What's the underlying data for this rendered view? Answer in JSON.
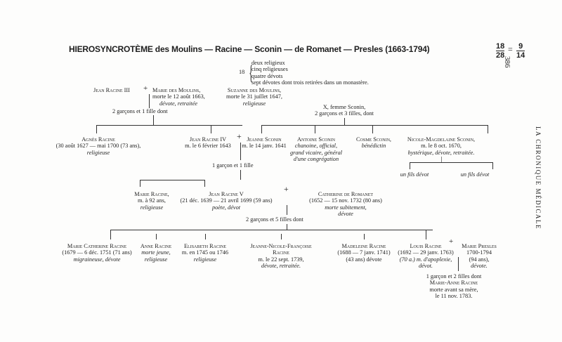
{
  "title": "HIEROSYNCROTÈME des Moulins — Racine — Sconin — de Romanet — Presles (1663-1794)",
  "fraction": {
    "left_num": "18",
    "left_den": "28",
    "eq": "=",
    "right_num": "9",
    "right_den": "14"
  },
  "page_number": "386",
  "running_head": "LA CHRONIQUE MÉDICALE",
  "summary": {
    "count": "18",
    "lines": [
      "deux religieux",
      "cinq religieuses",
      "quatre dévots",
      "sept dévotes dont trois retirées dans un monastère."
    ]
  },
  "gen1": {
    "jean3": "Jean Racine III",
    "plus": "+",
    "marie_name": "Marie des Moulins,",
    "marie_l1": "morte le 12 août 1663,",
    "marie_l2": "dévote, retraitée",
    "suzanne_name": "Suzanne des Moulins,",
    "suzanne_l1": "morte le 31 juillet 1647,",
    "suzanne_l2": "religieuse",
    "children": "2 garçons et 1 fille dont",
    "sconin_l1": "X, femme Sconin,",
    "sconin_l2": "2 garçons et 3 filles, dont"
  },
  "gen2": {
    "agnes_name": "Agnès Racine",
    "agnes_l1": "(30 août 1627 — mai 1700 (73 ans),",
    "agnes_l2": "religieuse",
    "jean4_name": "Jean Racine IV",
    "jean4_l1": "m. le 6 février 1643",
    "plus": "+",
    "jeanne_name": "Jeanne Sconin",
    "jeanne_l1": "m. le 14 janv. 1641",
    "antoine_name": "Antoine Sconin",
    "antoine_l1": "chanoine, official,",
    "antoine_l2": "grand vicaire, général",
    "antoine_l3": "d'une congrégation",
    "cosme_name": "Cosme Sconin,",
    "cosme_l1": "bénédictin",
    "nicole_name": "Nicole-Magdelaine Sconin,",
    "nicole_l1": "m. le 8 oct. 1670,",
    "nicole_l2": "hystérique, dévote, retraitée.",
    "fils1": "un fils dévot",
    "fils2": "un fils dévot",
    "children": "1 garçon et 1 fille"
  },
  "gen3": {
    "marie_name": "Marie Racine,",
    "marie_l1": "m. à 92 ans,",
    "marie_l2": "religieuse",
    "jean5_name": "Jean Racine V",
    "jean5_l1": "(21 déc. 1639 — 21 avril 1699 (59 ans)",
    "jean5_l2": "poète, dévot",
    "plus": "+",
    "catherine_name": "Catherine de Romanet",
    "catherine_l1": "(1652 — 15 nov. 1732 (80 ans)",
    "catherine_l2": "morte subitement,",
    "catherine_l3": "dévote",
    "children": "2 garçons et 5 filles dont"
  },
  "gen4": {
    "mc_name": "Marie Catherine Racine",
    "mc_l1": "(1679 — 6 déc. 1751 (71 ans)",
    "mc_l2": "migraineuse, dévote",
    "anne_name": "Anne Racine",
    "anne_l1": "morte jeune,",
    "anne_l2": "religieuse",
    "elis_name": "Elisabeth Racine",
    "elis_l1": "m. en 1745 ou 1746",
    "elis_l2": "religieuse",
    "jnf_name": "Jeanne-Nicole-Françoise Racine",
    "jnf_l1": "m. le 22 sept. 1739,",
    "jnf_l2": "dévote, retraitée.",
    "mad_name": "Madeleine Racine",
    "mad_l1": "(1688 — 7 janv. 1741)",
    "mad_l2": "(43 ans) dévote",
    "louis_name": "Louis Racine",
    "louis_l1": "(1692 — 29 janv. 1763)",
    "louis_l2": "(70 a.) m. d'apoplexie,",
    "louis_l3": "dévot.",
    "plus": "+",
    "presles_name": "Marie Presles",
    "presles_l1": "1700-1794",
    "presles_l2": "(94 ans),",
    "presles_l3": "dévote.",
    "children_l1": "1 garçon et 2 filles dont",
    "children_l2": "Marie-Anne Racine",
    "children_l3": "morte avant sa mère,",
    "children_l4": "le 11 nov. 1783."
  }
}
